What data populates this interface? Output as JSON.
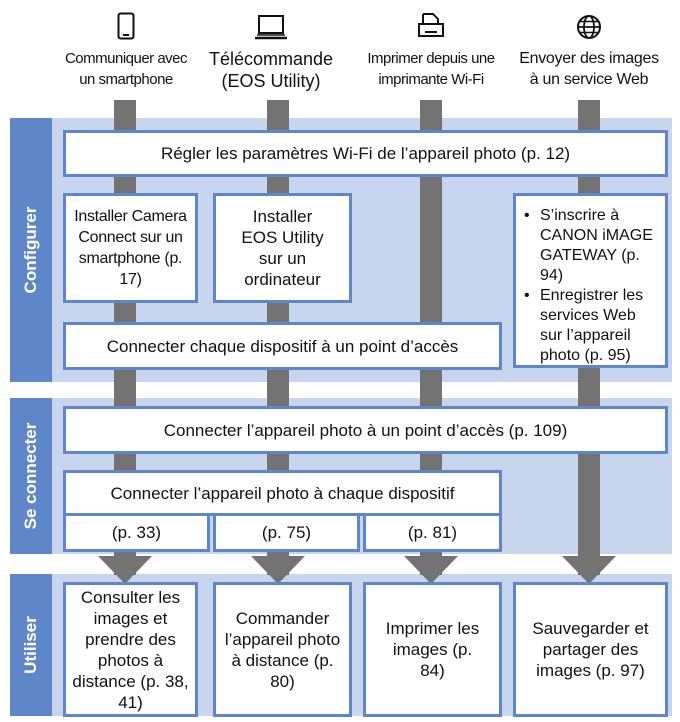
{
  "columns": [
    {
      "icon": "smartphone-icon",
      "label": "Communiquer avec un smartphone"
    },
    {
      "icon": "laptop-icon",
      "label": "Télécommande (EOS Utility)"
    },
    {
      "icon": "printer-icon",
      "label": "Imprimer depuis une imprimante Wi-Fi"
    },
    {
      "icon": "globe-icon",
      "label": "Envoyer des images à un service Web"
    }
  ],
  "sections": {
    "configure": "Configurer",
    "connect": "Se connecter",
    "use": "Utiliser"
  },
  "configure": {
    "wifi_settings": "Régler les paramètres Wi-Fi de l’appareil photo (p. 12)",
    "install_camera_connect": "Installer Camera Connect sur un smartphone (p. 17)",
    "install_eos_utility": "Installer EOS Utility sur un ordinateur",
    "web_steps": [
      "S’inscrire à CANON iMAGE GATEWAY (p. 94)",
      "Enregistrer les services Web sur l’appareil photo (p. 95)"
    ],
    "connect_devices_ap": "Connecter chaque dispositif à un point d’accès"
  },
  "connect": {
    "camera_to_ap": "Connecter l’appareil photo à un point d’accès (p. 109)",
    "camera_to_device": "Connecter l’appareil photo à chaque dispositif",
    "pages": [
      "(p. 33)",
      "(p. 75)",
      "(p. 81)"
    ]
  },
  "use": {
    "view_shoot": "Consulter les images et prendre des photos à distance (p. 38, 41)",
    "remote_control": "Commander l’appareil photo à distance (p. 80)",
    "print": "Imprimer les images (p. 84)",
    "save_share": "Sauvegarder et partager des images (p. 97)"
  },
  "colors": {
    "band": "#c7d6ee",
    "tab": "#5e86c9",
    "border": "#5e86c9",
    "arrow": "#737373"
  }
}
